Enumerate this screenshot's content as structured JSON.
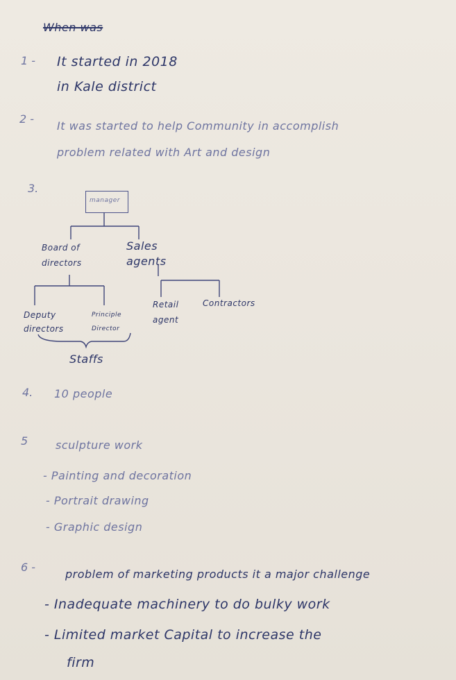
{
  "heading": {
    "crossed_out": "When was"
  },
  "items": [
    {
      "number": "1 -",
      "lines": [
        "It started in 2018",
        "in Kale district"
      ]
    },
    {
      "number": "2 -",
      "lines": [
        "It was started to help Community in accomplish",
        "problem related with Art and design"
      ]
    },
    {
      "number": "3.",
      "chart": {
        "root": "manager",
        "level1": [
          "Board of directors",
          "Sales agents"
        ],
        "board_children": [
          "Deputy directors",
          "Principle Director"
        ],
        "sales_children": [
          "Retail agent",
          "Contractors"
        ],
        "brace_label": "Staffs"
      }
    },
    {
      "number": "4.",
      "lines": [
        "10 people"
      ]
    },
    {
      "number": "5",
      "lines": [
        "sculpture work"
      ],
      "bullets": [
        "Painting and decoration",
        "Portrait drawing",
        "Graphic design"
      ]
    },
    {
      "number": "6 -",
      "bullets": [
        "problem of marketing products it a major challenge",
        "Inadequate machinery to do bulky work",
        "Limited market Capital to increase the",
        "firm"
      ]
    }
  ]
}
